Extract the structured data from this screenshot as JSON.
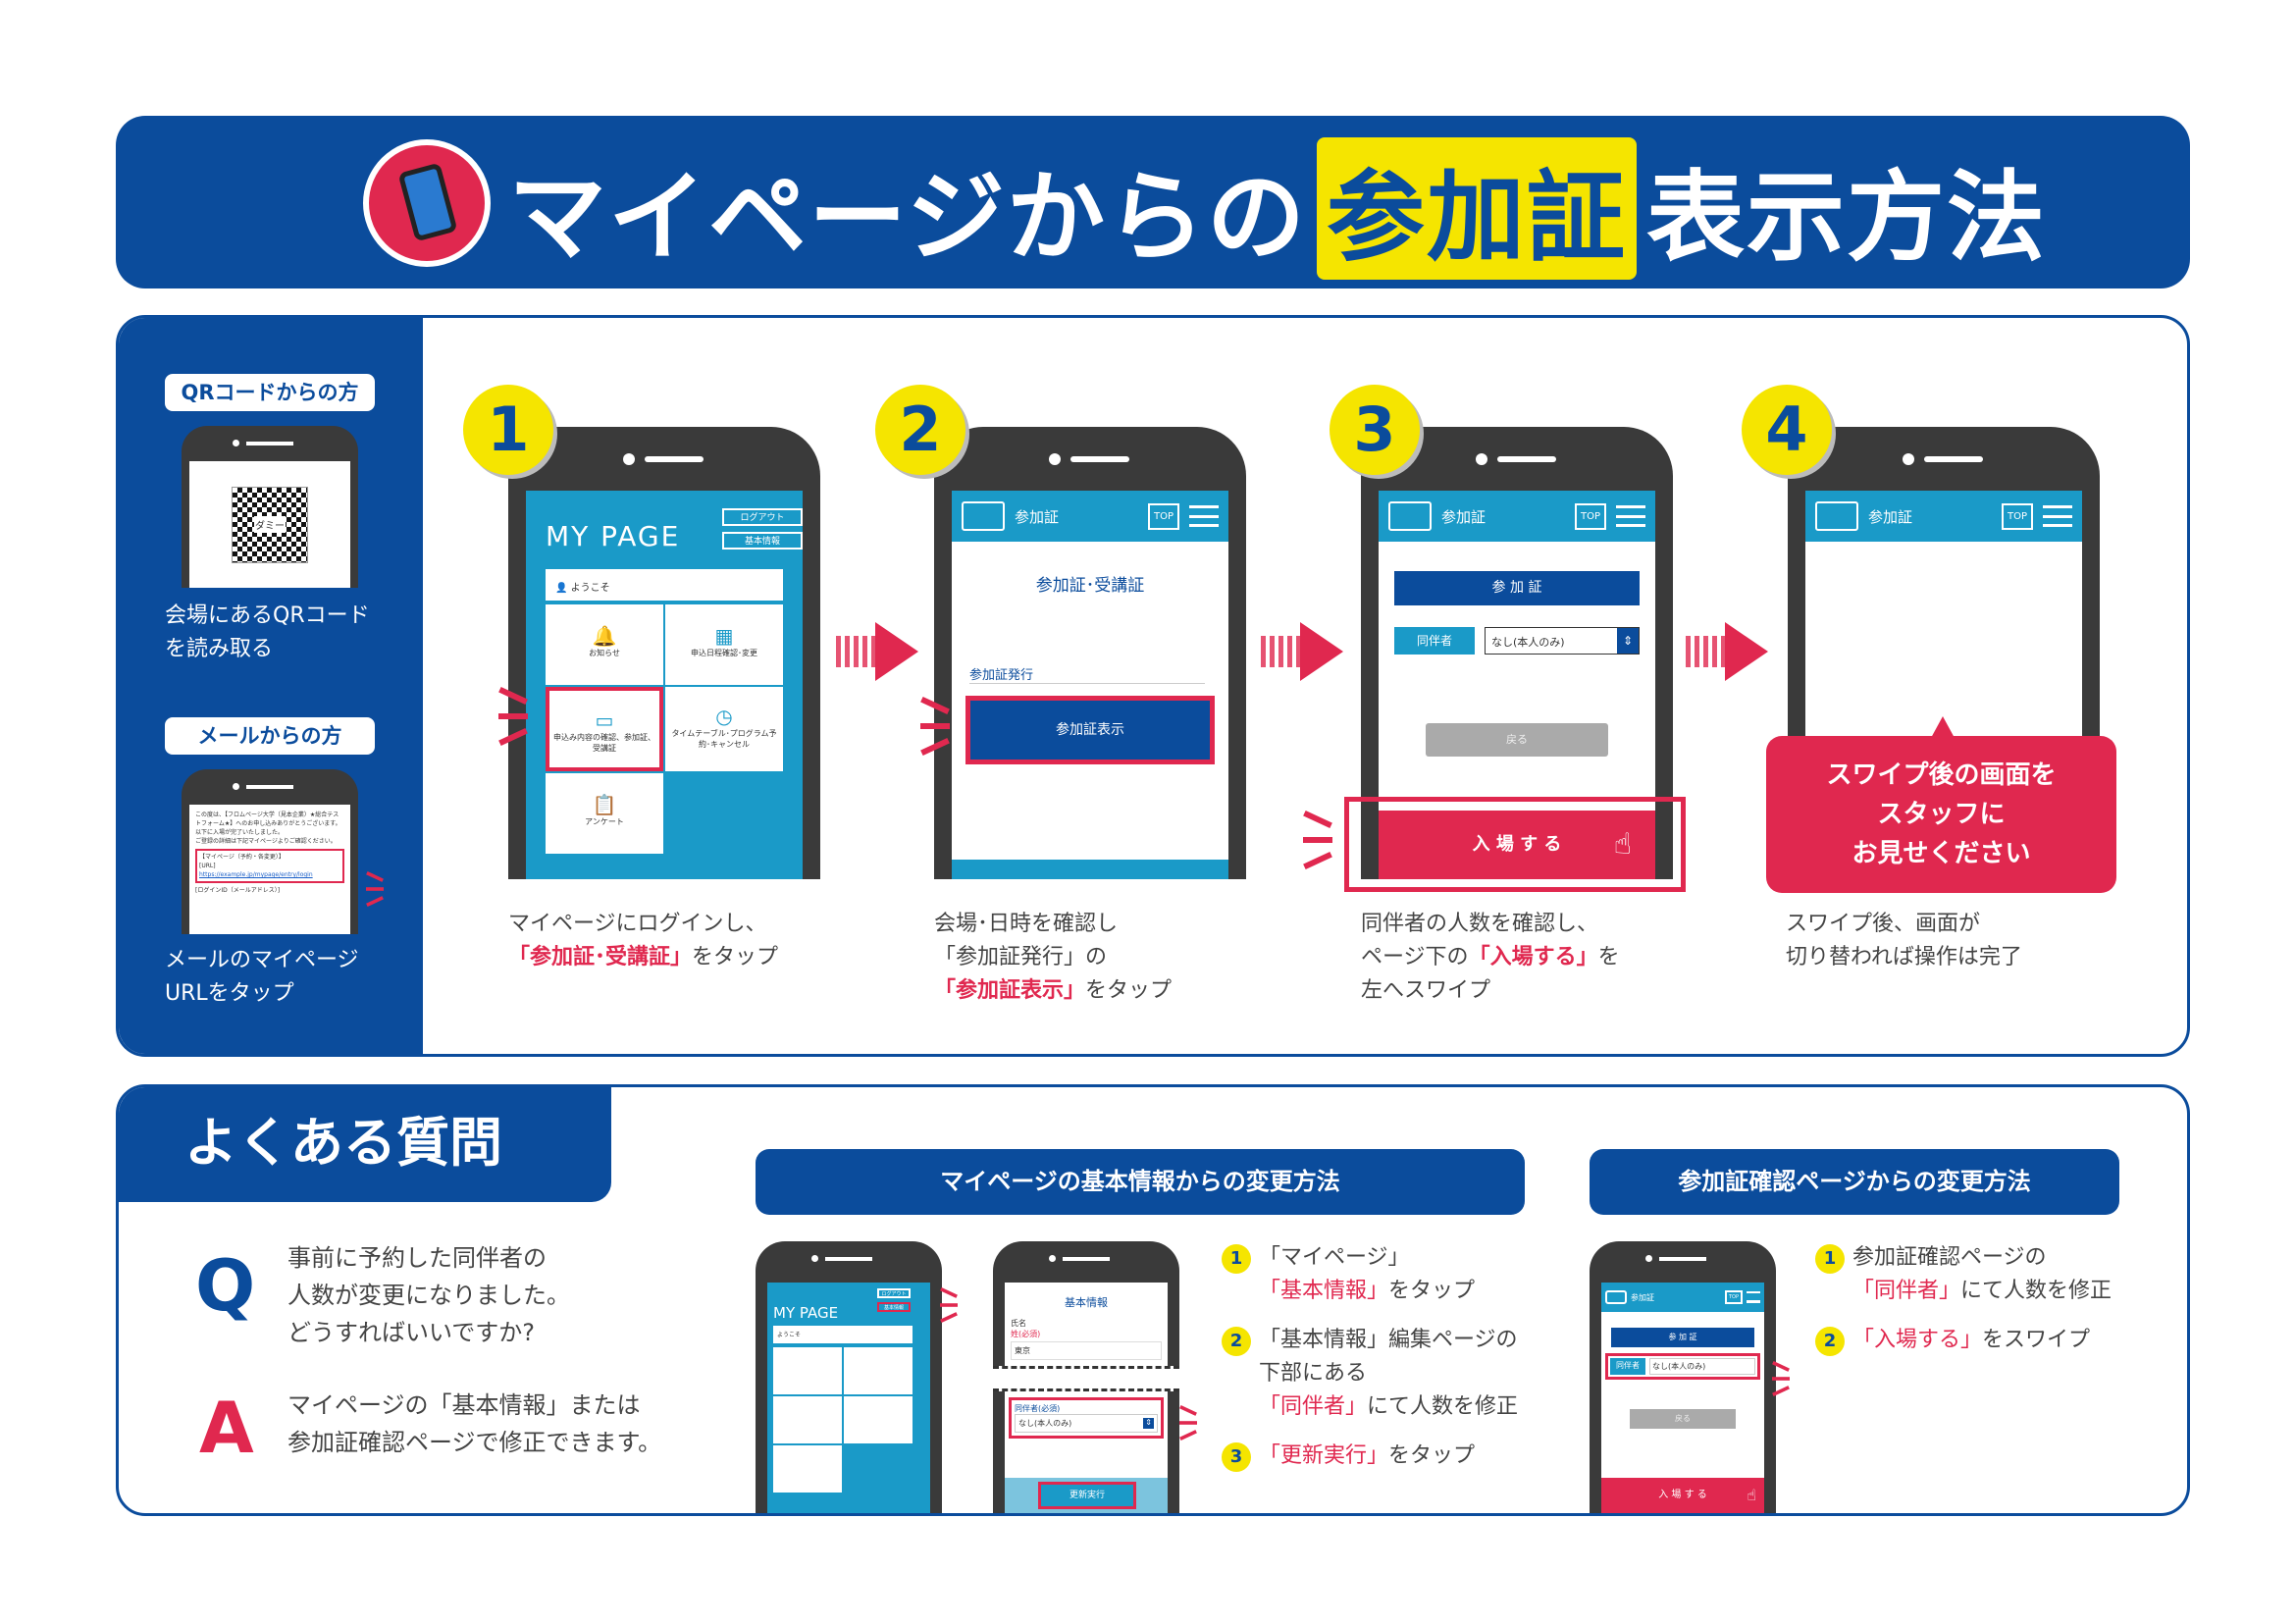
{
  "banner": {
    "title_pre": "マイページからの",
    "title_highlight": "参加証",
    "title_post": "表示方法",
    "icon": "hand-holding-phone-icon"
  },
  "sidebar": {
    "qr_tag": "QRコードからの方",
    "qr_caption": [
      "会場にあるQRコード",
      "を読み取る"
    ],
    "qr_code_label": "ダミー",
    "mail_tag": "メールからの方",
    "mail_caption": [
      "メールのマイページ",
      "URLをタップ"
    ],
    "mail_body": [
      "この度は、【フロムページ大学（見本企業）★総合テストフォーム★】へのお申し込みありがとうございます。",
      "以下に入場が完了いたしました。",
      "ご登録の詳細は下記マイページよりご確認ください。"
    ],
    "mail_link_label": "【マイページ（予約・各変更）】",
    "mail_url_label": "[URL]",
    "mail_url": "https://example.jp/mypage/entry/login",
    "mail_login_label": "[ログインID（メールアドレス）]"
  },
  "steps": [
    {
      "num": "1",
      "caption": {
        "l1": "マイページにログインし、",
        "l2_em": "「参加証･受講証」",
        "l2_post": "をタップ"
      },
      "screen": {
        "title": "MY PAGE",
        "logout": "ログアウト",
        "basic_info": "基本情報",
        "welcome": "ようこそ",
        "tiles": [
          "お知らせ",
          "申込日程確認･変更",
          "申込み内容の確認、参加証、受講証",
          "タイムテーブル･プログラム予約･キャンセル",
          "アンケート"
        ]
      }
    },
    {
      "num": "2",
      "caption": {
        "l1": "会場･日時を確認し",
        "l2": "「参加証発行」の",
        "l3_em": "「参加証表示」",
        "l3_post": "をタップ"
      },
      "screen": {
        "header": "参加証",
        "top": "TOP",
        "heading": "参加証･受講証",
        "section": "参加証発行",
        "button": "参加証表示"
      }
    },
    {
      "num": "3",
      "caption": {
        "l1": "同伴者の人数を確認し、",
        "l2_pre": "ページ下の",
        "l2_em": "「入場する」",
        "l2_post": "を",
        "l3": "左へスワイプ"
      },
      "screen": {
        "header": "参加証",
        "top": "TOP",
        "title": "参 加 証",
        "companion_label": "同伴者",
        "companion_value": "なし(本人のみ)",
        "back": "戻る",
        "enter": "入 場 す る"
      }
    },
    {
      "num": "4",
      "caption": {
        "l1": "スワイプ後、画面が",
        "l2": "切り替われば操作は完了"
      },
      "screen": {
        "header": "参加証",
        "top": "TOP"
      },
      "callout": [
        "スワイプ後の画面を",
        "スタッフに",
        "お見せください"
      ]
    }
  ],
  "faq": {
    "title": "よくある質問",
    "q_letter": "Q",
    "question": [
      "事前に予約した同伴者の",
      "人数が変更になりました。",
      "どうすればいいですか?"
    ],
    "a_letter": "A",
    "answer": [
      "マイページの「基本情報」または",
      "参加証確認ページで修正できます。"
    ],
    "method1": {
      "title": "マイページの基本情報からの変更方法",
      "steps": [
        {
          "num": "1",
          "l1": "「マイページ」",
          "em": "「基本情報」",
          "post": "をタップ"
        },
        {
          "num": "2",
          "l1": "「基本情報」編集ページの",
          "l2": "下部にある",
          "em": "「同伴者」",
          "post": "にて人数を修正"
        },
        {
          "num": "3",
          "em": "「更新実行」",
          "post": "をタップ"
        }
      ],
      "screen1": {
        "title": "MY PAGE",
        "logout": "ログアウト",
        "basic_info": "基本情報",
        "welcome": "ようこそ"
      },
      "screen2": {
        "heading": "基本情報",
        "name_label": "氏名",
        "sei_label": "姓(必須)",
        "sei_value": "東京",
        "companion_label": "同伴者(必須)",
        "companion_value": "なし(本人のみ)",
        "update": "更新実行"
      }
    },
    "method2": {
      "title": "参加証確認ページからの変更方法",
      "steps": [
        {
          "num": "1",
          "l1": "参加証確認ページの",
          "em": "「同伴者」",
          "post": "にて人数を修正"
        },
        {
          "num": "2",
          "em": "「入場する」",
          "post": "をスワイプ"
        }
      ],
      "screen": {
        "header": "参加証",
        "top": "TOP",
        "title": "参 加 証",
        "companion_label": "同伴者",
        "companion_value": "なし(本人のみ)",
        "back": "戻る",
        "enter": "入 場 す る"
      }
    }
  },
  "colors": {
    "brand_blue": "#0b4c9c",
    "accent_red": "#e0284f",
    "highlight_yellow": "#f5e500",
    "screen_cyan": "#1a9ac8"
  }
}
